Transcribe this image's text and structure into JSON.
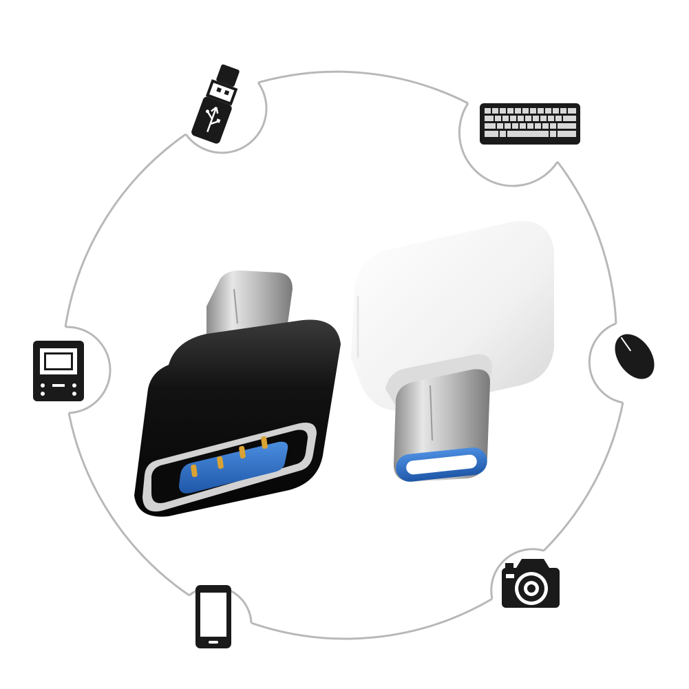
{
  "scene": {
    "product": "usb-c-to-usb-a-otg-adapters",
    "adapters": [
      {
        "color": "black",
        "port": "usb-a"
      },
      {
        "color": "white",
        "port": "usb-c"
      }
    ],
    "device_icons": [
      "usb-flash-drive-icon",
      "keyboard-icon",
      "mouse-icon",
      "camera-icon",
      "smartphone-icon",
      "game-console-icon"
    ]
  },
  "colors": {
    "background": "#ffffff",
    "circle_stroke": "#b8b8b8",
    "icon_fill": "#1a1a1a",
    "adapter_black": "#111111",
    "adapter_white": "#f4f4f4",
    "port_blue": "#2f6fc7",
    "pin_gold": "#d9a233",
    "metal": "#c9c9c9"
  }
}
